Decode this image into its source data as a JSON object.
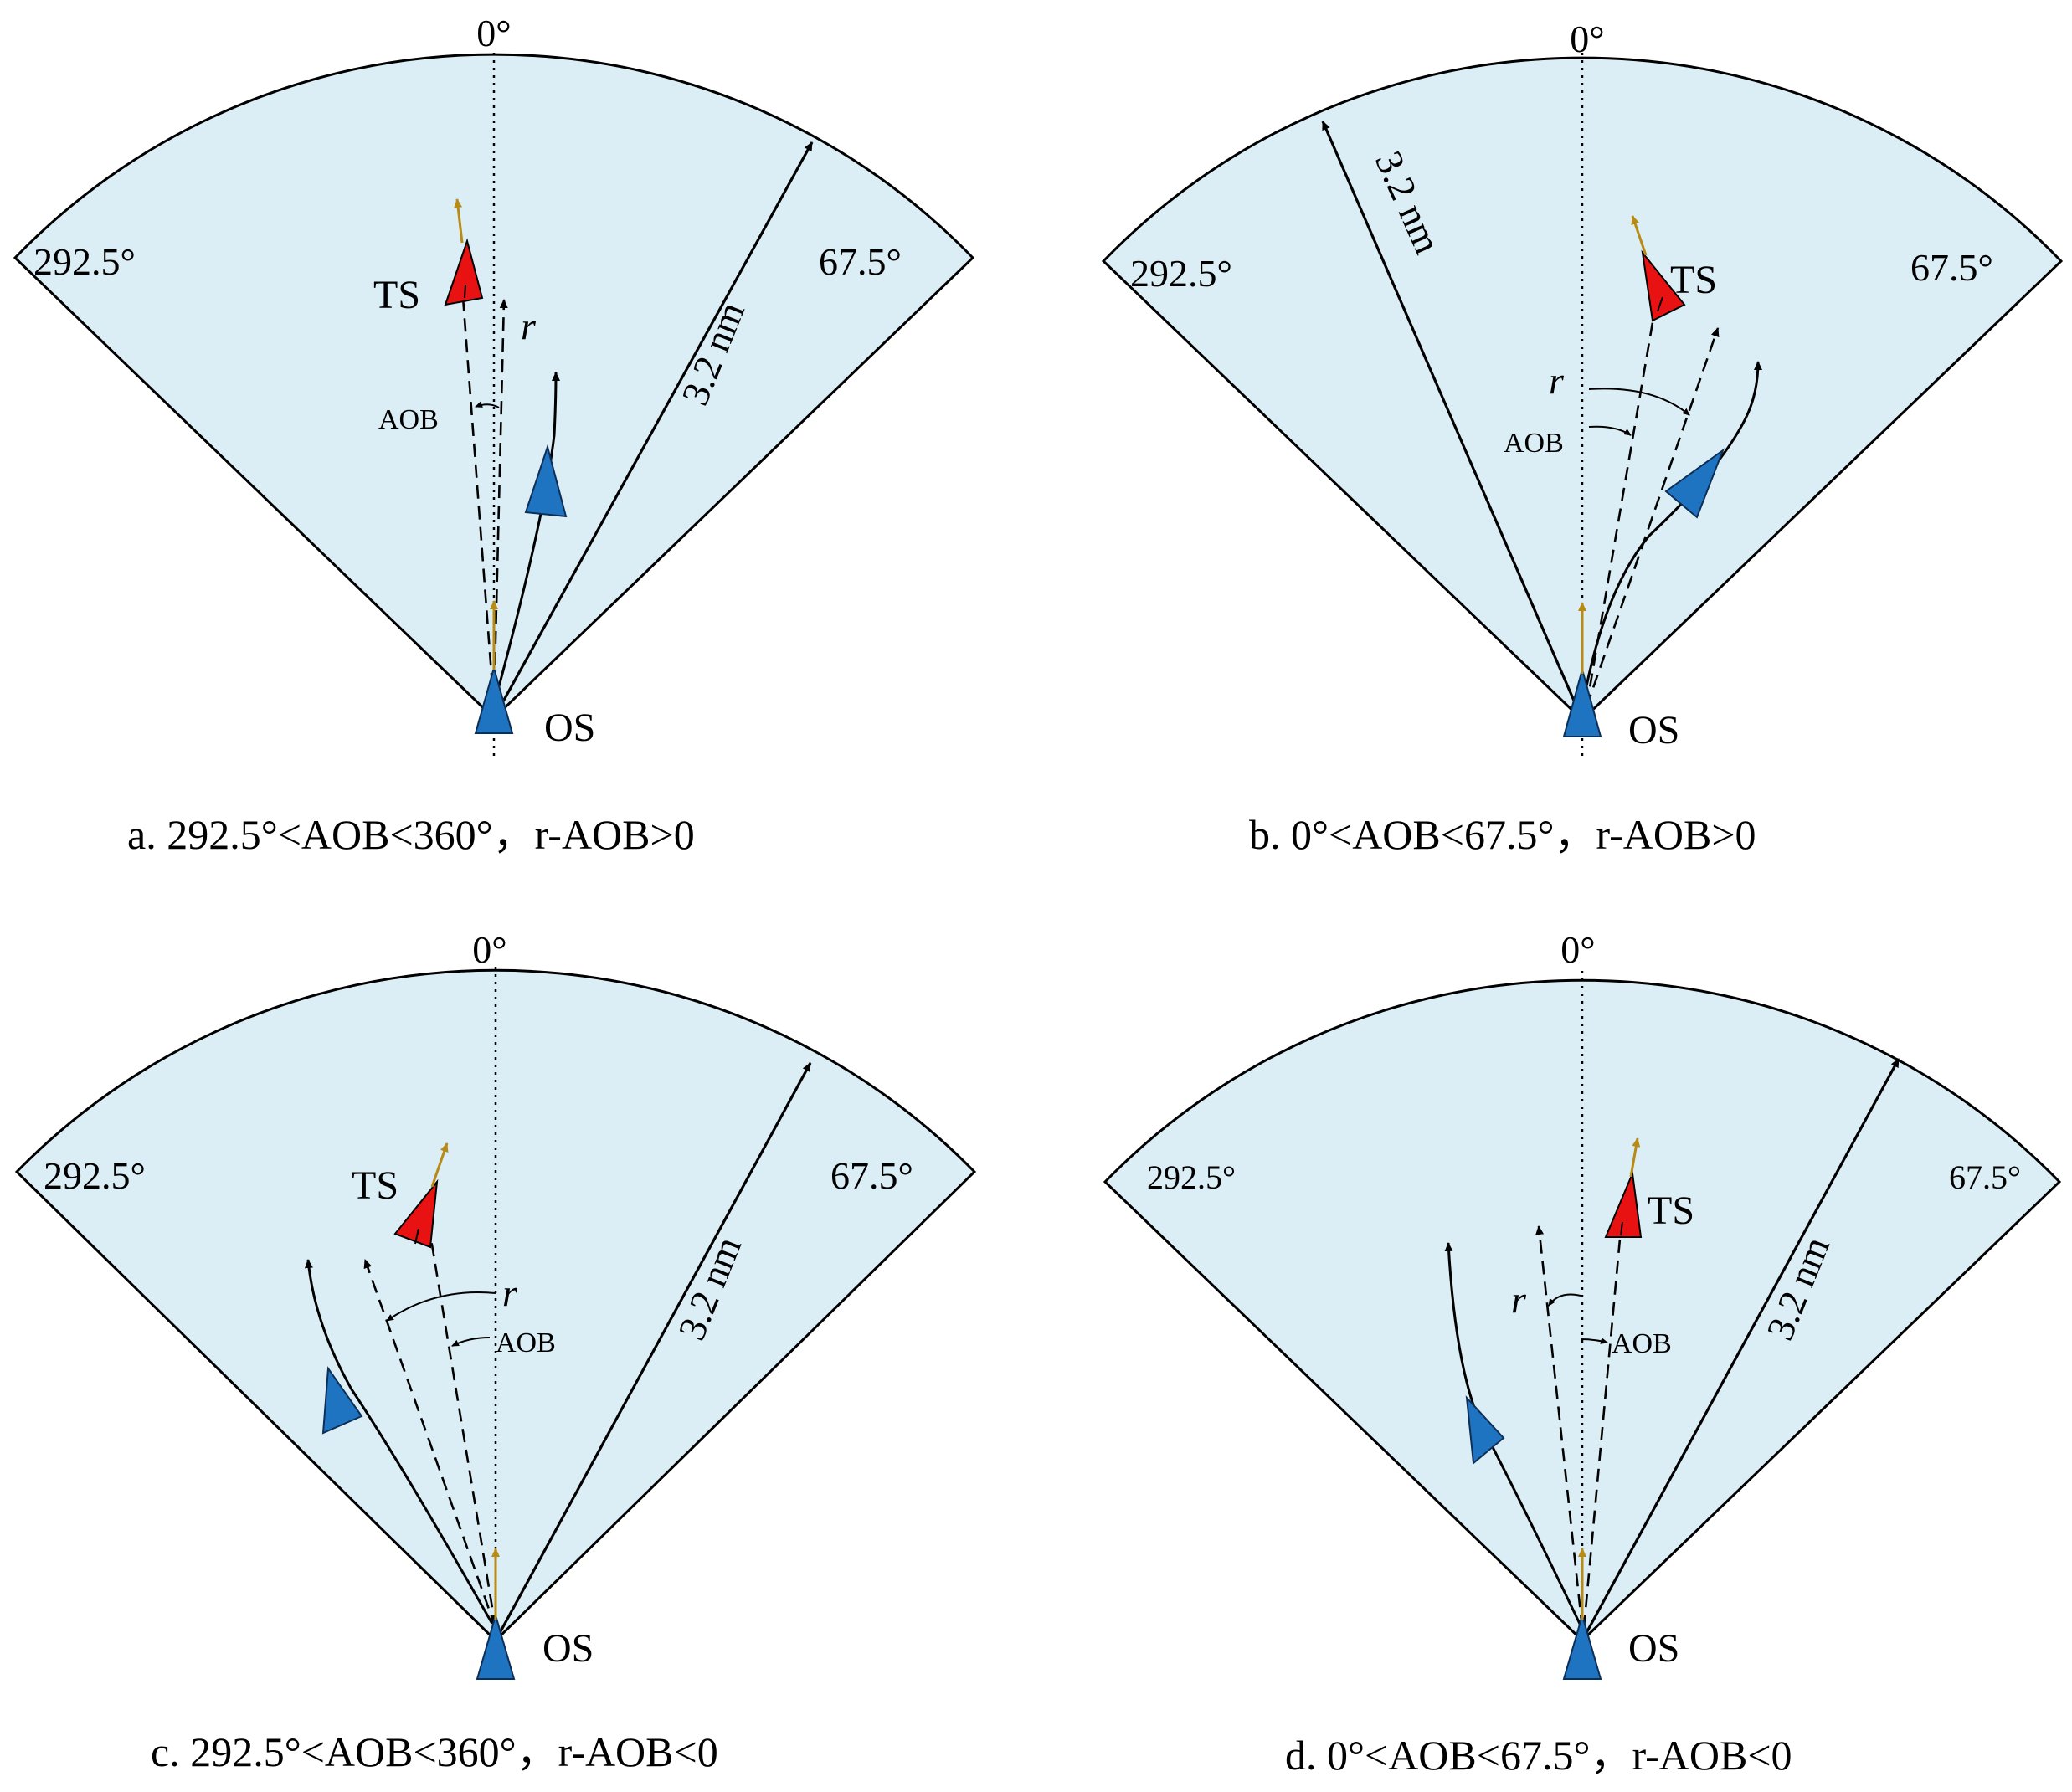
{
  "panels": [
    {
      "id": "a",
      "north_label": "0°",
      "left_label": "292.5°",
      "right_label": "67.5°",
      "range_label": "3.2 nm",
      "ts_label": "TS",
      "os_label": "OS",
      "r_label": "r",
      "aob_label": "AOB",
      "caption": "a. 292.5°<AOB<360°，r-AOB>0"
    },
    {
      "id": "b",
      "north_label": "0°",
      "left_label": "292.5°",
      "right_label": "67.5°",
      "range_label": "3.2 nm",
      "ts_label": "TS",
      "os_label": "OS",
      "r_label": "r",
      "aob_label": "AOB",
      "caption": "b. 0°<AOB<67.5°，r-AOB>0"
    },
    {
      "id": "c",
      "north_label": "0°",
      "left_label": "292.5°",
      "right_label": "67.5°",
      "range_label": "3.2 nm",
      "ts_label": "TS",
      "os_label": "OS",
      "r_label": "r",
      "aob_label": "AOB",
      "caption": "c. 292.5°<AOB<360°，r-AOB<0"
    },
    {
      "id": "d",
      "north_label": "0°",
      "left_label": "292.5°",
      "right_label": "67.5°",
      "range_label": "3.2 nm",
      "ts_label": "TS",
      "os_label": "OS",
      "r_label": "r",
      "aob_label": "AOB",
      "caption": "d. 0°<AOB<67.5°，r-AOB<0"
    }
  ],
  "colors": {
    "sector_fill": "#dceef5",
    "own_ship": "#1f74c2",
    "target_ship": "#e81212",
    "heading_vector": "#b88a16"
  }
}
